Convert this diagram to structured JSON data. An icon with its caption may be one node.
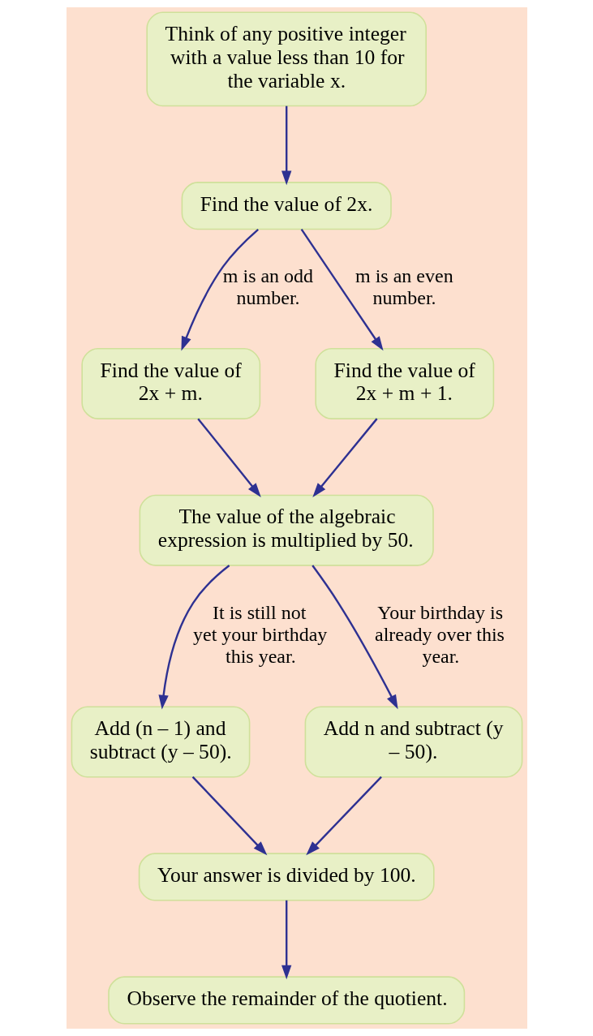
{
  "diagram": {
    "nodes": [
      {
        "text": [
          "Think of any positive integer with a value less than 10 for the variable x."
        ]
      },
      {
        "text": [
          "Find the value of 2x."
        ]
      },
      {
        "text": [
          "Find the value of 2x + m."
        ]
      },
      {
        "text": [
          "Find the value of 2x + m + 1."
        ]
      },
      {
        "text": [
          "The value of the algebraic expression is multiplied by 50."
        ]
      },
      {
        "text": [
          "Add (n – 1) and subtract (y – 50)."
        ]
      },
      {
        "text": [
          "Add n and subtract (y – 50)."
        ]
      },
      {
        "text": [
          "Your answer is divided by 100."
        ]
      },
      {
        "text": [
          "Observe the remainder of the quotient."
        ]
      }
    ],
    "edges": [
      {
        "from": 0,
        "to": 1,
        "arrow": "to"
      },
      {
        "from": 1,
        "to": 2,
        "arrow": "to",
        "label": "m is an odd number."
      },
      {
        "from": 1,
        "to": 3,
        "arrow": "to",
        "label": "m is an even number."
      },
      {
        "from": 2,
        "to": 4,
        "arrow": "to"
      },
      {
        "from": 3,
        "to": 4,
        "arrow": "to"
      },
      {
        "from": 4,
        "to": 5,
        "arrow": "to",
        "label": "It is still not yet your birthday this year."
      },
      {
        "from": 4,
        "to": 6,
        "arrow": "to",
        "label": "Your birthday is already over this year."
      },
      {
        "from": 5,
        "to": 7,
        "arrow": "to"
      },
      {
        "from": 6,
        "to": 7,
        "arrow": "to"
      },
      {
        "from": 7,
        "to": 8,
        "arrow": "to"
      }
    ]
  }
}
